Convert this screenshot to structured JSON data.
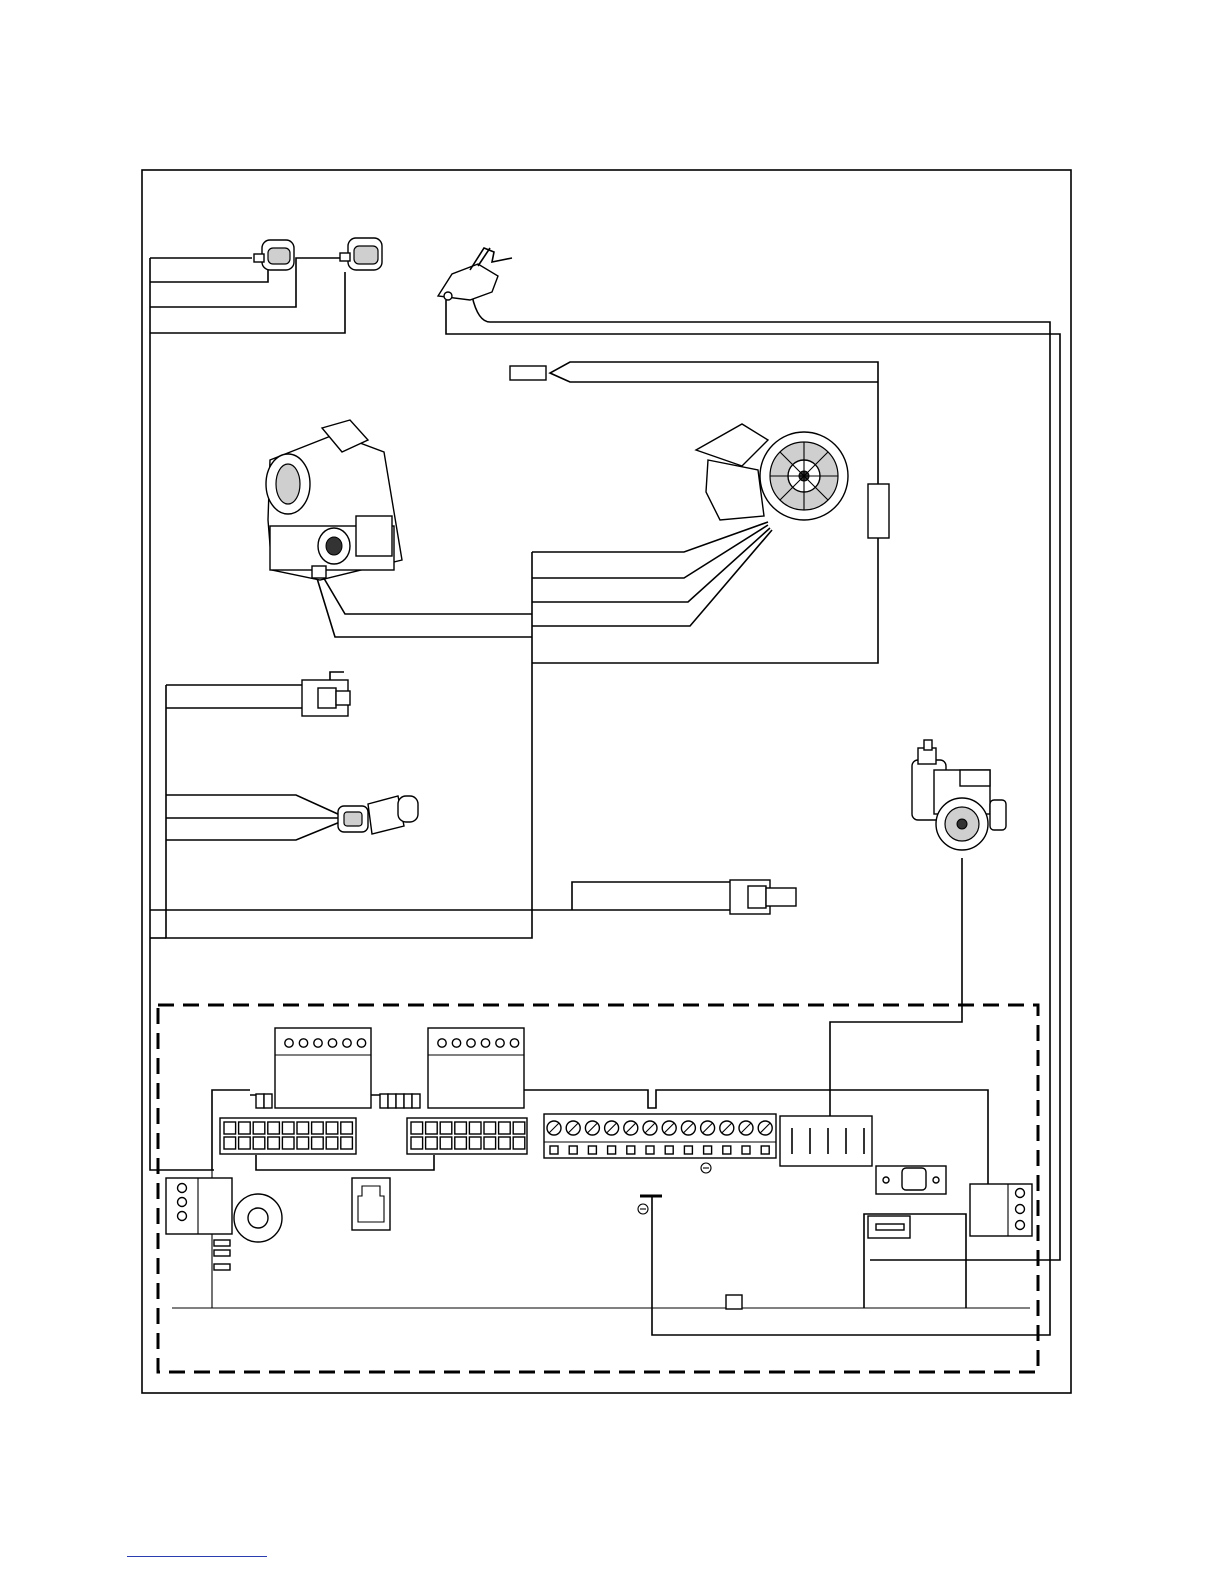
{
  "colors": {
    "line": "#000000",
    "component_shade": "#cfcfcf",
    "footer_rule": "#2a3cb0"
  },
  "components": [
    "overheat-thermostat",
    "flue-thermostat",
    "ignition-electrode",
    "gas-valve",
    "fan",
    "fan-resistor",
    "flow-sensor-connector",
    "pressure-sensor",
    "return-sensor-connector",
    "pump",
    "control-board"
  ]
}
